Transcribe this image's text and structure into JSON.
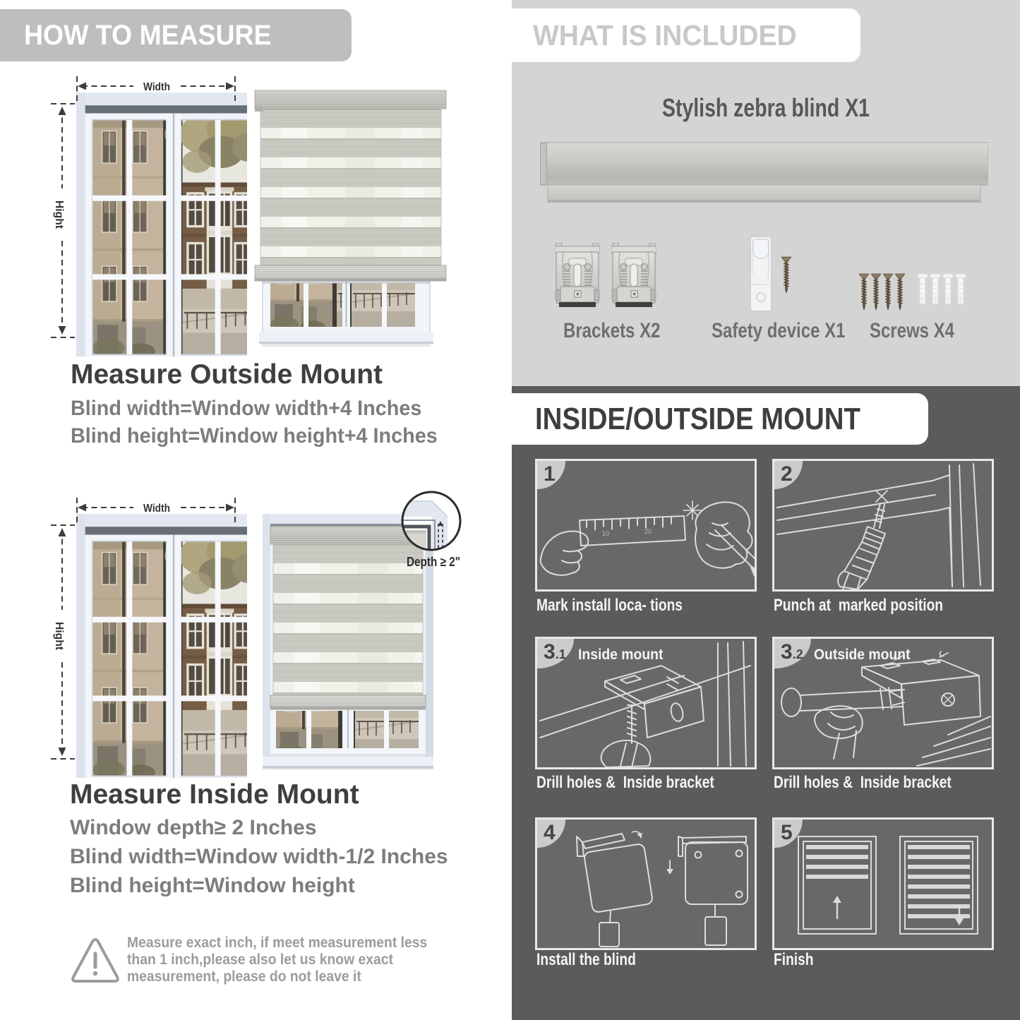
{
  "colors": {
    "header_bg": "#bebebe",
    "panel_light": "#d4d4d4",
    "panel_dark": "#5b5b5b",
    "panel_step": "#686868",
    "badge_bg": "#cbcbcb",
    "heading_dark": "#3e3f41",
    "body_gray": "#7d7d7f",
    "warning_gray": "#9c9c9c",
    "included_text": "#c8c8c8"
  },
  "left": {
    "header": "HOW TO MEASURE",
    "outside": {
      "width_label": "Width",
      "height_label": "Hight",
      "heading": "Measure Outside Mount",
      "line1": "Blind width=Window width+4 Inches",
      "line2": "Blind height=Window height+4 Inches"
    },
    "inside": {
      "width_label": "Width",
      "height_label": "Hight",
      "depth_label": "Depth ≥ 2\"",
      "heading": "Measure Inside Mount",
      "line1": "Window depth≥ 2 Inches",
      "line2": "Blind width=Window width-1/2 Inches",
      "line3": "Blind height=Window height"
    },
    "warning": {
      "line1": "Measure exact inch, if meet measurement less",
      "line2": "than 1 inch,please also let us know exact",
      "line3": "measurement, please do not leave it"
    }
  },
  "right": {
    "included": {
      "header": "WHAT IS INCLUDED",
      "blind_title": "Stylish zebra blind X1",
      "items": [
        {
          "label": "Brackets X2"
        },
        {
          "label": "Safety device X1"
        },
        {
          "label": "Screws X4"
        }
      ]
    },
    "mount": {
      "header": "INSIDE/OUTSIDE MOUNT",
      "ruler_marks": [
        "10",
        "20"
      ],
      "steps": [
        {
          "num": "1",
          "suffix": "",
          "title": "",
          "caption": "Mark install loca- tions"
        },
        {
          "num": "2",
          "suffix": "",
          "title": "",
          "caption": "Punch at  marked position"
        },
        {
          "num": "3",
          "suffix": ".1",
          "title": "Inside mount",
          "caption": "Drill holes &  Inside bracket"
        },
        {
          "num": "3",
          "suffix": ".2",
          "title": "Outside mount",
          "caption": "Drill holes &  Inside bracket"
        },
        {
          "num": "4",
          "suffix": "",
          "title": "",
          "caption": "Install the blind"
        },
        {
          "num": "5",
          "suffix": "",
          "title": "",
          "caption": "Finish"
        }
      ]
    }
  }
}
